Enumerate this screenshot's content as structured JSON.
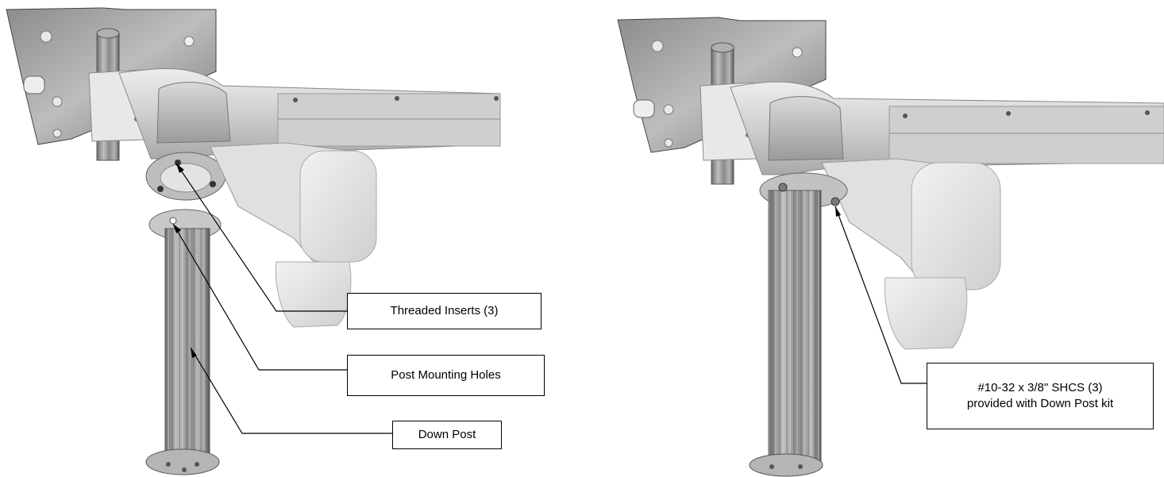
{
  "callouts": {
    "threaded_inserts": "Threaded Inserts (3)",
    "post_mounting_holes": "Post Mounting Holes",
    "down_post": "Down Post",
    "shcs_line1": "#10-32 x 3/8\" SHCS (3)",
    "shcs_line2": "provided with Down Post kit"
  },
  "colors": {
    "metal_light": "#d9d9d9",
    "metal_mid": "#a6a6a6",
    "metal_dark": "#6e6e6e",
    "plastic": "#e6e6e6",
    "line": "#000000"
  }
}
